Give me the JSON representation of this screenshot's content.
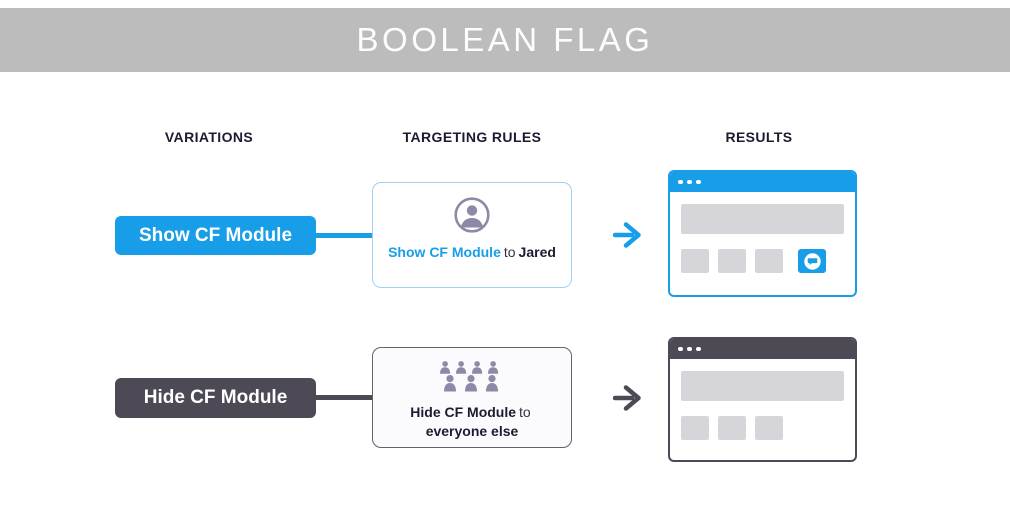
{
  "banner": {
    "title": "BOOLEAN FLAG"
  },
  "columns": {
    "variations": "VARIATIONS",
    "targeting_rules": "TARGETING RULES",
    "results": "RESULTS"
  },
  "row_show": {
    "variation": "Show CF Module",
    "rule_flag": "Show CF Module",
    "rule_connector": "to",
    "rule_target": "Jared",
    "result": "module-visible"
  },
  "row_hide": {
    "variation": "Hide CF Module",
    "rule_flag": "Hide CF Module",
    "rule_connector": "to",
    "rule_target": "everyone else",
    "result": "module-hidden"
  },
  "icons": {
    "rule_show": "person-circle-icon",
    "rule_hide": "crowd-icon",
    "module": "chat-bubble-icon",
    "flow": "arrow-right-icon"
  },
  "colors": {
    "accent_blue": "#189ee9",
    "accent_dark": "#4d4a56",
    "icon_purple": "#8d89a6",
    "placeholder_gray": "#d6d6da",
    "banner_gray": "#bcbcbc",
    "card_border_blue": "#9fd1f1"
  }
}
